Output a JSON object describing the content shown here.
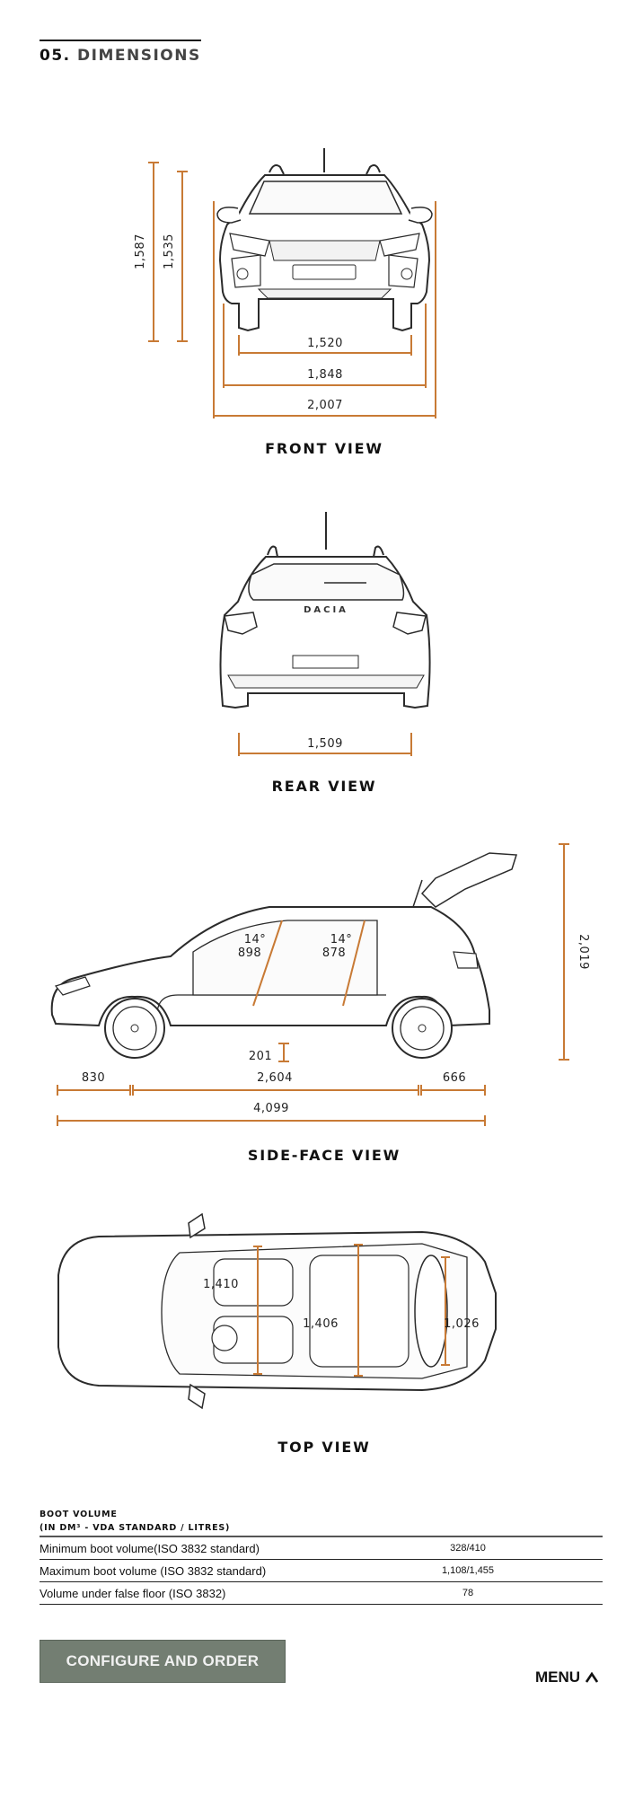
{
  "section": {
    "number": "05.",
    "title": "DIMENSIONS"
  },
  "views": {
    "front": {
      "label": "FRONT VIEW",
      "dimensions": {
        "overall_height_roof_bars": "1,587",
        "overall_height": "1,535",
        "front_track": "1,520",
        "width_without_mirrors": "1,848",
        "width_with_mirrors": "2,007"
      }
    },
    "rear": {
      "label": "REAR VIEW",
      "badge": "DACIA",
      "dimensions": {
        "rear_track": "1,509"
      }
    },
    "side": {
      "label": "SIDE-FACE VIEW",
      "dimensions": {
        "front_angle": "14°",
        "front_headroom": "898",
        "rear_angle": "14°",
        "rear_headroom": "878",
        "ground_clearance": "201",
        "front_overhang": "830",
        "wheelbase": "2,604",
        "rear_overhang": "666",
        "overall_length": "4,099",
        "height_tailgate_open": "2,019"
      }
    },
    "top": {
      "label": "TOP VIEW",
      "dimensions": {
        "front_elbow_width": "1,410",
        "rear_elbow_width": "1,406",
        "boot_width": "1,026"
      }
    }
  },
  "boot_volume": {
    "heading_line1": "BOOT VOLUME",
    "heading_line2": "(IN DM³ - VDA STANDARD / LITRES)",
    "rows": [
      {
        "label": "Minimum boot volume(ISO 3832 standard)",
        "value": "328/410"
      },
      {
        "label": "Maximum boot volume (ISO 3832 standard)",
        "value": "1,108/1,455"
      },
      {
        "label": "Volume under false floor (ISO 3832)",
        "value": "78"
      }
    ]
  },
  "actions": {
    "configure_label": "CONFIGURE AND ORDER",
    "menu_label": "MENU",
    "menu_icon": "chevron-up-icon"
  },
  "colors": {
    "dimension_line": "#c87a35",
    "drawing_line": "#2b2b2b",
    "cta_background": "#737e72",
    "cta_text": "#f1f1f1"
  }
}
